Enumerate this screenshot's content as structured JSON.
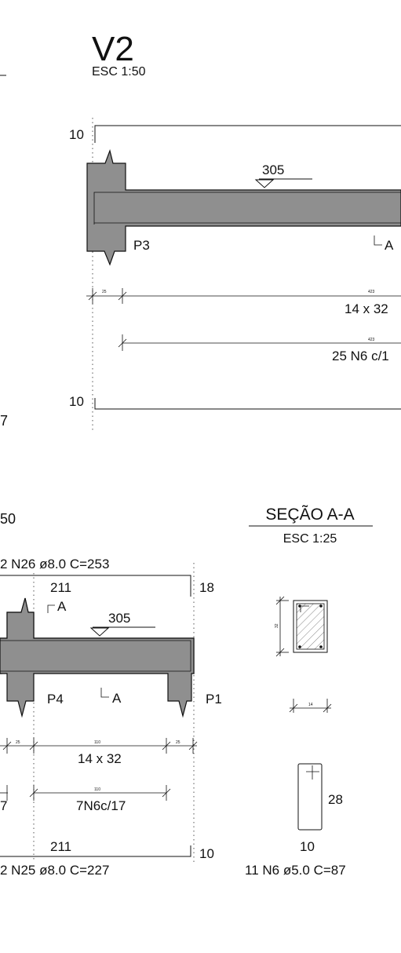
{
  "v2": {
    "title": "V2",
    "scale": "ESC 1:50",
    "level_top": "10",
    "level_bottom": "10",
    "top_elevation": "305",
    "support_label": "P3",
    "section_mark": "A",
    "dim_small": "25",
    "dim_span": "423",
    "dim_section": "14 x 32",
    "dim_span_2": "423",
    "stirrups": "25 N6 c/1"
  },
  "left_edge": {
    "fragment_7": "7",
    "fragment_50": "50",
    "fragment_2_top": "2",
    "fragment_2_bottom": "2",
    "fragment_7_lower": "7"
  },
  "v_lower": {
    "top_bar": "2 N26 ø8.0 C=253",
    "top_bar_length": "211",
    "top_hook": "18",
    "section_mark_1": "A",
    "section_mark_2": "A",
    "elevation": "305",
    "support_left": "P4",
    "support_right": "P1",
    "dim_small_left": "25",
    "dim_span": "110",
    "dim_small_right": "25",
    "dim_section": "14 x 32",
    "dim_span_2": "110",
    "stirrups": "7N6c/17",
    "bottom_bar_length": "211",
    "bottom_hook": "10",
    "bottom_bar": "2 N25 ø8.0 C=227"
  },
  "section_aa": {
    "title": "SEÇÃO A-A",
    "scale": "ESC 1:25",
    "dim_height": "32",
    "dim_width": "14"
  },
  "stirrup_detail": {
    "height": "28",
    "width": "10",
    "label": "11 N6 ø5.0 C=87"
  }
}
